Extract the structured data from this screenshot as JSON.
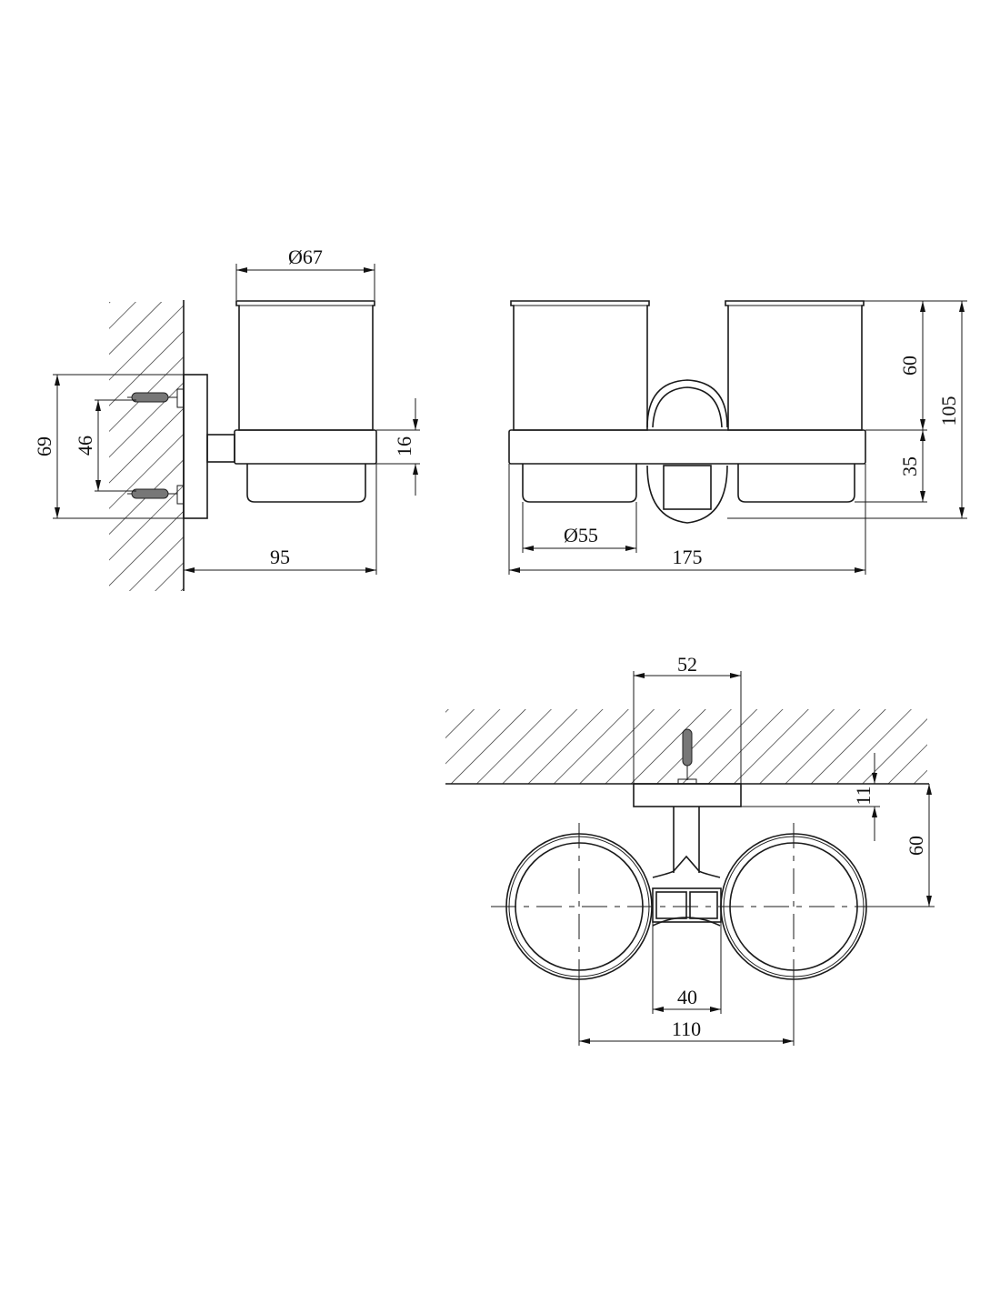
{
  "views": {
    "side": {
      "cup_diameter": "Ø67",
      "mount_height": "69",
      "screw_spacing": "46",
      "bar_thickness": "16",
      "projection": "95"
    },
    "front": {
      "cup_height": "60",
      "lower_height": "35",
      "total_height": "105",
      "lower_cup_diameter": "Ø55",
      "total_width": "175"
    },
    "top": {
      "plate_width": "52",
      "plate_thickness": "11",
      "center_depth": "60",
      "bridge_width": "40",
      "center_distance": "110"
    }
  }
}
